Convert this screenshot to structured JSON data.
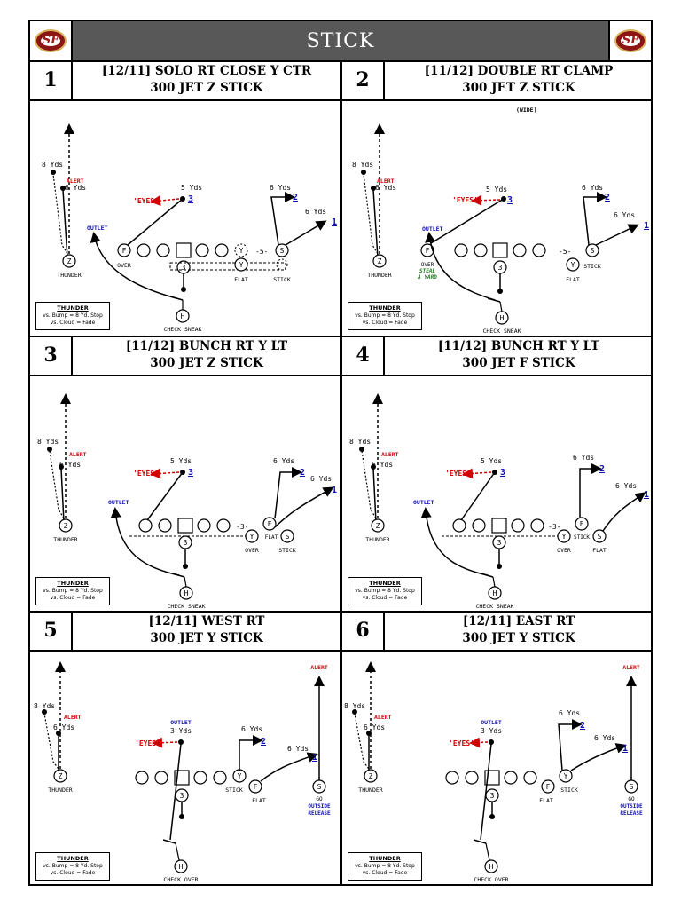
{
  "title": "STICK",
  "logo_text": "SF",
  "colors": {
    "accent_red": "#d10000",
    "link_blue": "#1010b0",
    "note_green": "#1f7a1f",
    "header_gray": "#585858"
  },
  "thunder": {
    "title": "THUNDER",
    "line1": "vs. Bump = 8 Yd. Stop",
    "line2": "vs. Cloud = Fade"
  },
  "common": {
    "eight_yds": "8 Yds",
    "six_yds": "6 Yds",
    "five_yds": "5 Yds",
    "three_yds": "3 Yds",
    "alert": "ALERT",
    "eyes": "'EYES'",
    "outlet": "OUTLET",
    "thunder_label": "THUNDER",
    "check_sneak": "CHECK SNEAK",
    "check_over": "CHECK OVER",
    "one": "1",
    "two": "2",
    "three": "3",
    "over": "OVER",
    "flat": "FLAT",
    "stick": "STICK",
    "go": "GO",
    "outside": "OUTSIDE",
    "release": "RELEASE",
    "steal": "STEAL",
    "a_yard": "A YARD",
    "wide": "(WIDE)",
    "five_split": "-5-",
    "three_split": "-3-",
    "pos_z": "Z",
    "pos_f": "F",
    "pos_y": "Y",
    "pos_h": "H",
    "pos_s": "S",
    "pos_q": "3"
  },
  "panels": [
    {
      "number": "1",
      "line1": "[12/11] SOLO RT CLOSE Y CTR",
      "line2": "300 JET Z STICK"
    },
    {
      "number": "2",
      "line1": "[11/12] DOUBLE RT CLAMP",
      "line2": "300 JET Z STICK"
    },
    {
      "number": "3",
      "line1": "[11/12] BUNCH RT Y LT",
      "line2": "300 JET Z STICK"
    },
    {
      "number": "4",
      "line1": "[11/12] BUNCH RT Y LT",
      "line2": "300 JET F STICK"
    },
    {
      "number": "5",
      "line1": "[12/11] WEST RT",
      "line2": "300 JET Y STICK"
    },
    {
      "number": "6",
      "line1": "[12/11] EAST RT",
      "line2": "300 JET Y STICK"
    }
  ]
}
